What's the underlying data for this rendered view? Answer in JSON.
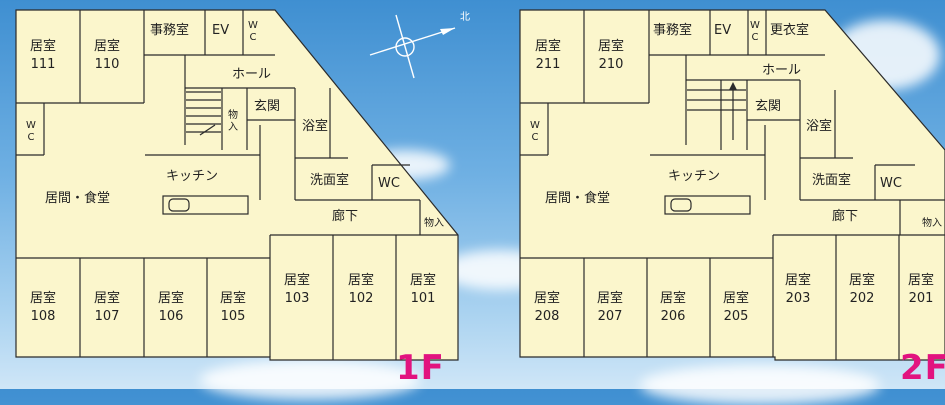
{
  "floor1": {
    "tag": "1F",
    "rooms": {
      "r111": "居室\n111",
      "r110": "居室\n110",
      "office": "事務室",
      "ev": "EV",
      "wc_top": "W\nC",
      "hall": "ホール",
      "storage1": "物\n入",
      "entrance": "玄関",
      "bath": "浴室",
      "wc_left": "W\nC",
      "kitchen": "キッチン",
      "wash": "洗面室",
      "wc_right": "WC",
      "living": "居間・食堂",
      "corridor": "廊下",
      "storage2": "物入",
      "r103": "居室\n103",
      "r102": "居室\n102",
      "r101": "居室\n101",
      "r108": "居室\n108",
      "r107": "居室\n107",
      "r106": "居室\n106",
      "r105": "居室\n105"
    },
    "north": "北"
  },
  "floor2": {
    "tag": "2F",
    "rooms": {
      "r211": "居室\n211",
      "r210": "居室\n210",
      "office": "事務室",
      "ev": "EV",
      "wc_top": "W\nC",
      "changing": "更衣室",
      "hall": "ホール",
      "entrance": "玄関",
      "bath": "浴室",
      "wc_left": "W\nC",
      "kitchen": "キッチン",
      "wash": "洗面室",
      "wc_right": "WC",
      "living": "居間・食堂",
      "corridor": "廊下",
      "storage2": "物入",
      "r203": "居室\n203",
      "r202": "居室\n202",
      "r201": "居室\n201",
      "r208": "居室\n208",
      "r207": "居室\n207",
      "r206": "居室\n206",
      "r205": "居室\n205"
    }
  }
}
